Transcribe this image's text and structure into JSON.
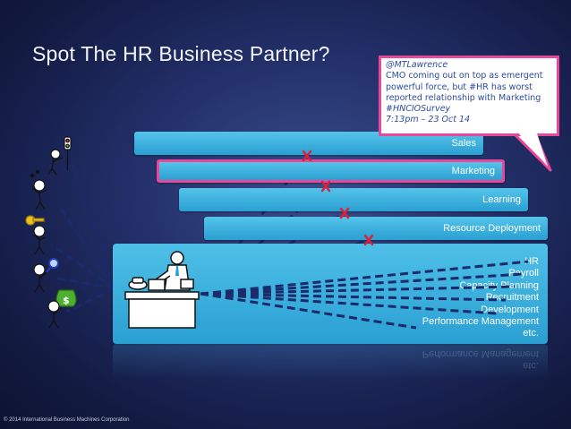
{
  "slide": {
    "title": "Spot The HR Business Partner?",
    "copyright": "© 2014 International Business Machines Corporation"
  },
  "bars": {
    "sales": "Sales",
    "marketing": "Marketing",
    "learning": "Learning",
    "resource": "Resource Deployment"
  },
  "hr": {
    "items": [
      "HR",
      "Payroll",
      "Capacity Planning",
      "Recruitment",
      "Development",
      "Performance Management",
      "etc."
    ]
  },
  "tweet": {
    "handle": "@MTLawrence",
    "line1": "CMO coming out on top as emergent",
    "line2": "powerful force, but #HR has worst",
    "line3": "reported relationship with Marketing",
    "line4": "#HNCIOSurvey",
    "timestamp": "7:13pm – 23 Oct 14"
  },
  "colors": {
    "bar_blue": "#2a9fd2",
    "accent_pink": "#e8479a",
    "cross_red": "#e0203a",
    "dash_navy": "#1a2a6a"
  },
  "icons": {
    "people": [
      "traffic-light-person-icon",
      "juggling-person-icon",
      "key-person-icon",
      "magnifier-person-icon",
      "money-bag-person-icon"
    ],
    "desk": "hr-desk-worker-icon"
  }
}
